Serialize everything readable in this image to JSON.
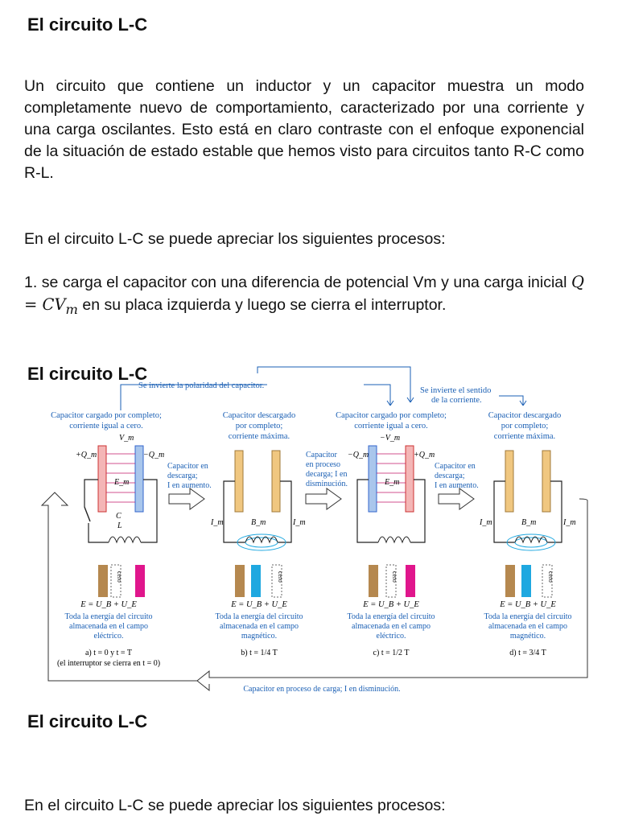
{
  "heading1": "El circuito L-C",
  "para1": "Un circuito que contiene un inductor y un capacitor muestra un modo completamente nuevo de comportamiento, caracterizado por una corriente y una carga oscilantes. Esto está en claro contraste con el enfoque exponencial de la situación de estado estable que hemos visto para circuitos tanto R-C como R-L.",
  "para2": "En el circuito L-C se puede apreciar los siguientes procesos:",
  "para3": {
    "text1": "1. se carga el capacitor con una diferencia de potencial Vm y una carga inicial",
    "math": "Q  = CV",
    "math_sub": "m",
    "text2": "en su placa izquierda y luego se cierra el interruptor."
  },
  "heading2": "El circuito L-C",
  "figure": {
    "top_label_1": "Se invierte la polaridad del capacitor.",
    "top_label_2a": "Se invierte el sentido",
    "top_label_2b": "de la corriente.",
    "bottom_label": "Capacitor en proceso de carga; I en disminución.",
    "panels": [
      {
        "state": [
          "Capacitor cargado por completo;",
          "corriente igual a cero."
        ],
        "transition": [
          "Capacitor en",
          "descarga;",
          "I en aumento."
        ],
        "energy_eq": "E = U_B + U_E",
        "desc": [
          "Toda la energía del circuito",
          "almacenada en el campo",
          "eléctrico."
        ],
        "time": "a) t = 0 y t = T",
        "time_note": "(el interruptor se cierra en t = 0)",
        "field": "E_m",
        "labels": [
          "V_m",
          "+Q_m",
          "−Q_m",
          "C",
          "L"
        ]
      },
      {
        "state": [
          "Capacitor descargado",
          "por completo;",
          "corriente máxima."
        ],
        "energy_eq": "E = U_B + U_E",
        "desc": [
          "Toda la energía del circuito",
          "almacenada en el campo",
          "magnético."
        ],
        "time": "b) t = 1/4 T",
        "field": "B_m",
        "labels": [
          "I_m",
          "I_m"
        ]
      },
      {
        "state": [
          "Capacitor cargado por completo;",
          "corriente igual a cero."
        ],
        "transition": [
          "Capacitor",
          "en proceso",
          "decarga; I en",
          "disminución."
        ],
        "energy_eq": "E = U_B + U_E",
        "desc": [
          "Toda la energía del circuito",
          "almacenada en el campo",
          "eléctrico."
        ],
        "time": "c) t = 1/2 T",
        "field": "E_m",
        "labels": [
          "−V_m",
          "−Q_m",
          "+Q_m"
        ]
      },
      {
        "state": [
          "Capacitor descargado",
          "por completo;",
          "corriente máxima."
        ],
        "transition": [
          "Capacitor en",
          "descarga;",
          "I en aumento."
        ],
        "energy_eq": "E = U_B + U_E",
        "desc": [
          "Toda la energía del circuito",
          "almacenada en el campo",
          "magnético."
        ],
        "time": "d) t = 3/4 T",
        "field": "B_m",
        "labels": [
          "I_m",
          "I_m"
        ]
      }
    ],
    "bar_label": "cero",
    "colors": {
      "ub": "#b5884f",
      "ue": "#e0168c",
      "b": "#1fa8e0",
      "plate": "#f0c780",
      "cap_pos": "#f4b6b6",
      "cap_neg": "#a9c6ec",
      "blue_text": "#1a5fb4"
    }
  },
  "heading3": "El circuito L-C",
  "para4": "En el circuito L-C se puede apreciar los siguientes procesos:"
}
